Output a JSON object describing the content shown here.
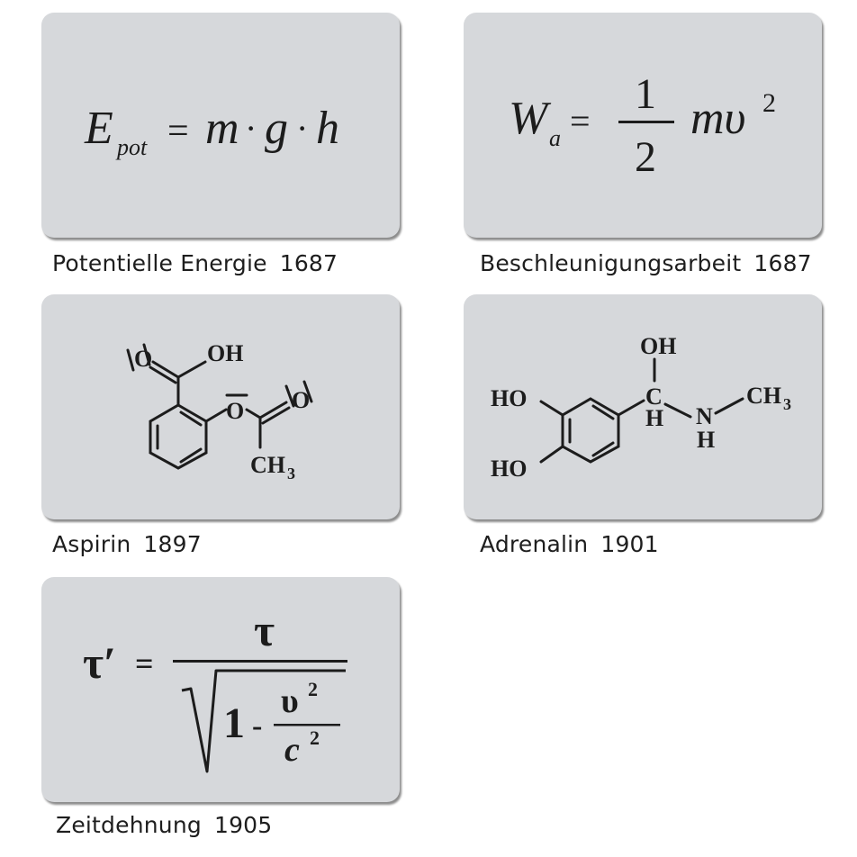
{
  "cards": [
    {
      "id": "potential-energy",
      "caption": "Potentielle Energie",
      "year": "1687",
      "formula": {
        "lhs_symbol": "E",
        "lhs_subscript": "pot",
        "equals": "=",
        "rhs": [
          "m",
          "·",
          "g",
          "·",
          "h"
        ]
      }
    },
    {
      "id": "acceleration-work",
      "caption": "Beschleunigungsarbeit",
      "year": "1687",
      "formula": {
        "lhs_symbol": "W",
        "lhs_subscript": "a",
        "equals": "=",
        "numerator": "1",
        "denominator": "2",
        "rhs_term": "mυ",
        "rhs_exponent": "2"
      }
    },
    {
      "id": "aspirin",
      "caption": "Aspirin",
      "year": "1897",
      "labels": {
        "oh": "OH",
        "o_carbonyl_1": "O",
        "o_ester": "O",
        "o_carbonyl_2": "O",
        "ch": "CH",
        "ch_sub": "3"
      }
    },
    {
      "id": "adrenalin",
      "caption": "Adrenalin",
      "year": "1901",
      "labels": {
        "oh_top": "OH",
        "ho_1": "HO",
        "ho_2": "HO",
        "c": "C",
        "h_c": "H",
        "n": "N",
        "h_n": "H",
        "ch": "CH",
        "ch_sub": "3"
      }
    },
    {
      "id": "time-dilation",
      "caption": "Zeitdehnung",
      "year": "1905",
      "formula": {
        "lhs": "τ′",
        "equals": "=",
        "numerator": "τ",
        "radicand_one": "1",
        "minus": "-",
        "inner_numerator": "υ",
        "inner_numerator_exp": "2",
        "inner_denominator": "c",
        "inner_denominator_exp": "2"
      }
    }
  ],
  "colors": {
    "card_background": "#d6d8db",
    "ink": "#1c1c1c"
  }
}
